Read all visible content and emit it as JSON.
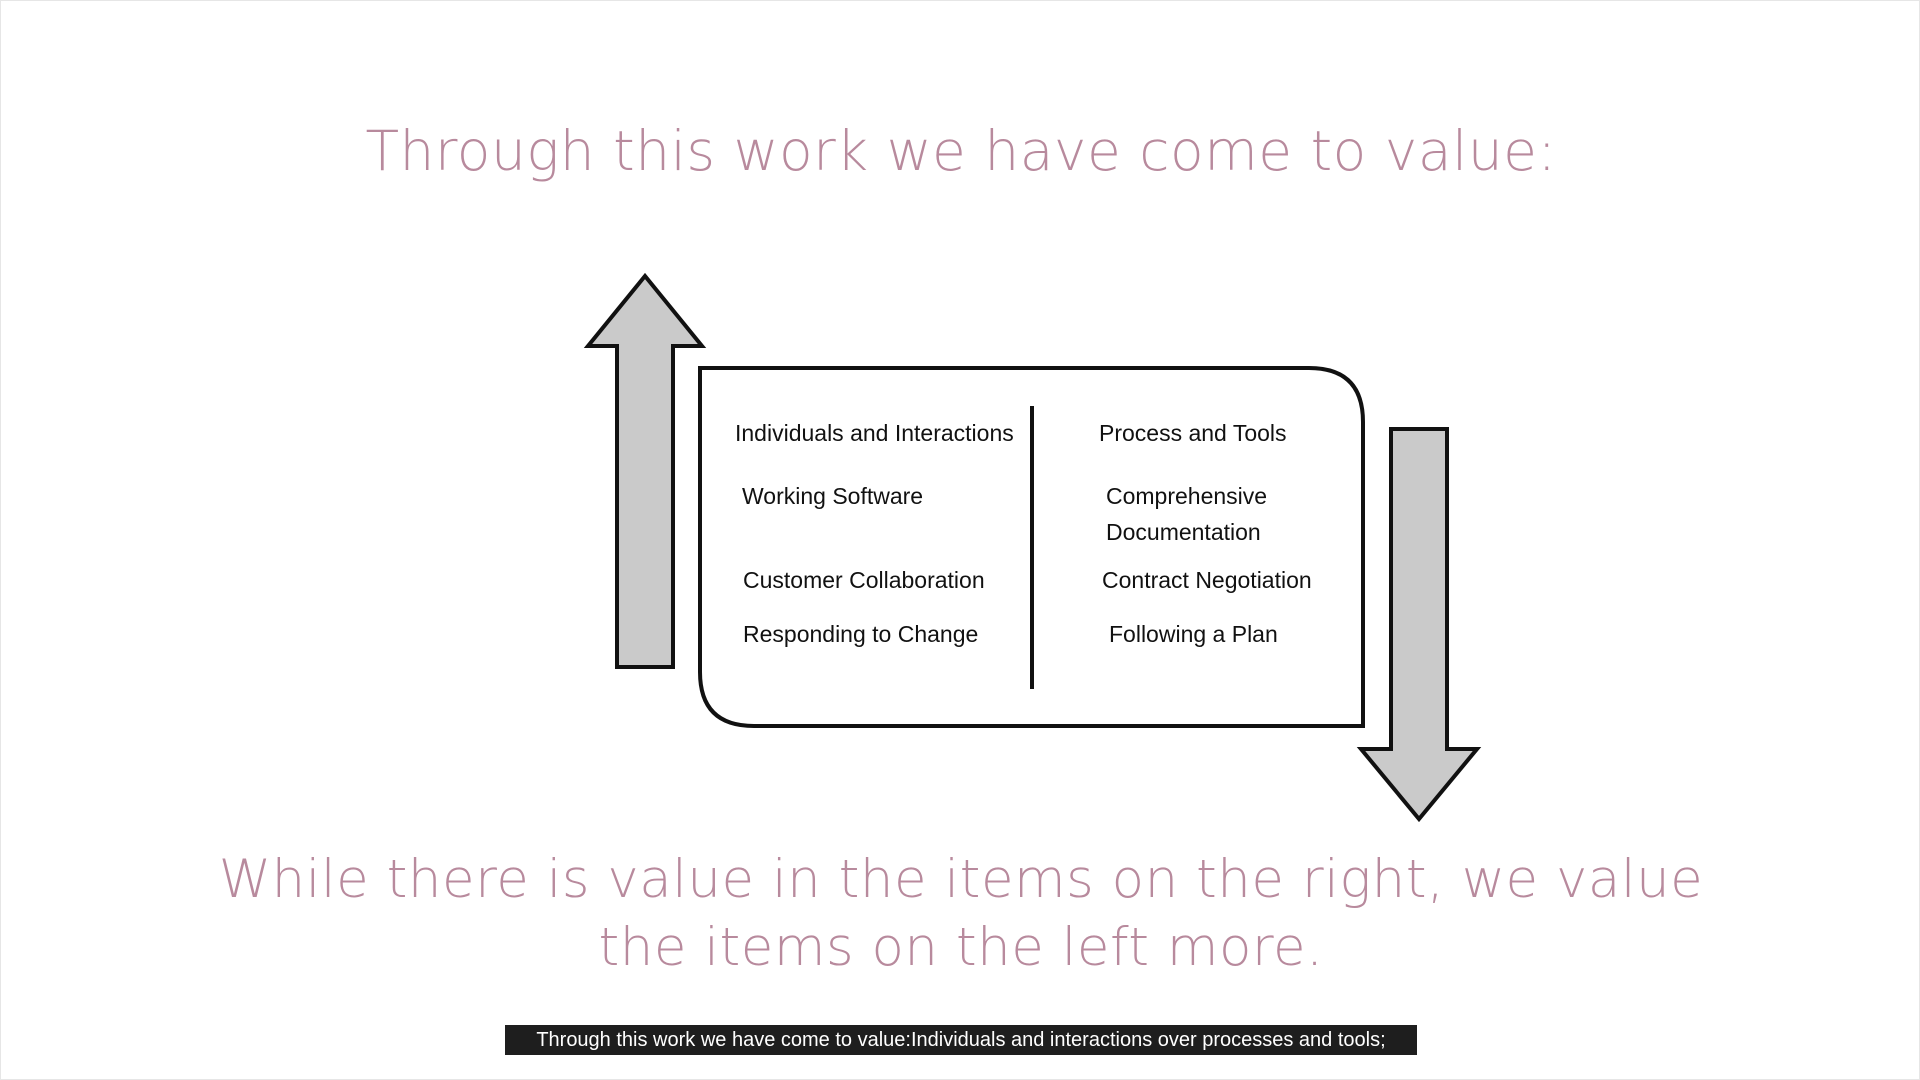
{
  "slide": {
    "title": "Through this work we have come to value:",
    "conclusion_line1": "While there is value in the items on the right, we value",
    "conclusion_line2": "the items on the left more."
  },
  "diagram": {
    "left_items": [
      "Individuals and Interactions",
      "Working Software",
      "Customer Collaboration",
      "Responding to Change"
    ],
    "right_items": [
      "Process and Tools",
      "Comprehensive Documentation",
      "Contract Negotiation",
      "Following a Plan"
    ]
  },
  "caption": {
    "text": "Through this work we have come to value:Individuals and interactions over processes and tools;"
  },
  "colors": {
    "heading": "#b88a9d",
    "arrow_fill": "#cacaca",
    "caption_bg": "#1e1e1e"
  }
}
